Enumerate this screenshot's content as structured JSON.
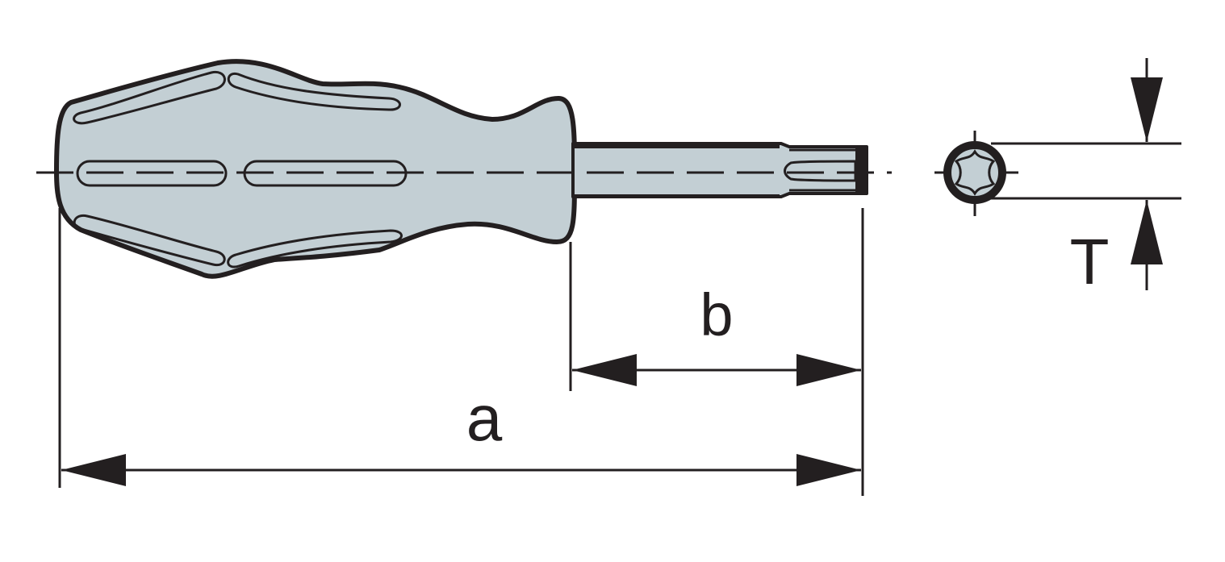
{
  "labels": {
    "overall_length": "a",
    "blade_length": "b",
    "tip_size": "T"
  },
  "colors": {
    "handle_fill": "#c3cfd4",
    "blade_fill": "#c3cfd4",
    "outline": "#231f20",
    "background": "#ffffff"
  }
}
